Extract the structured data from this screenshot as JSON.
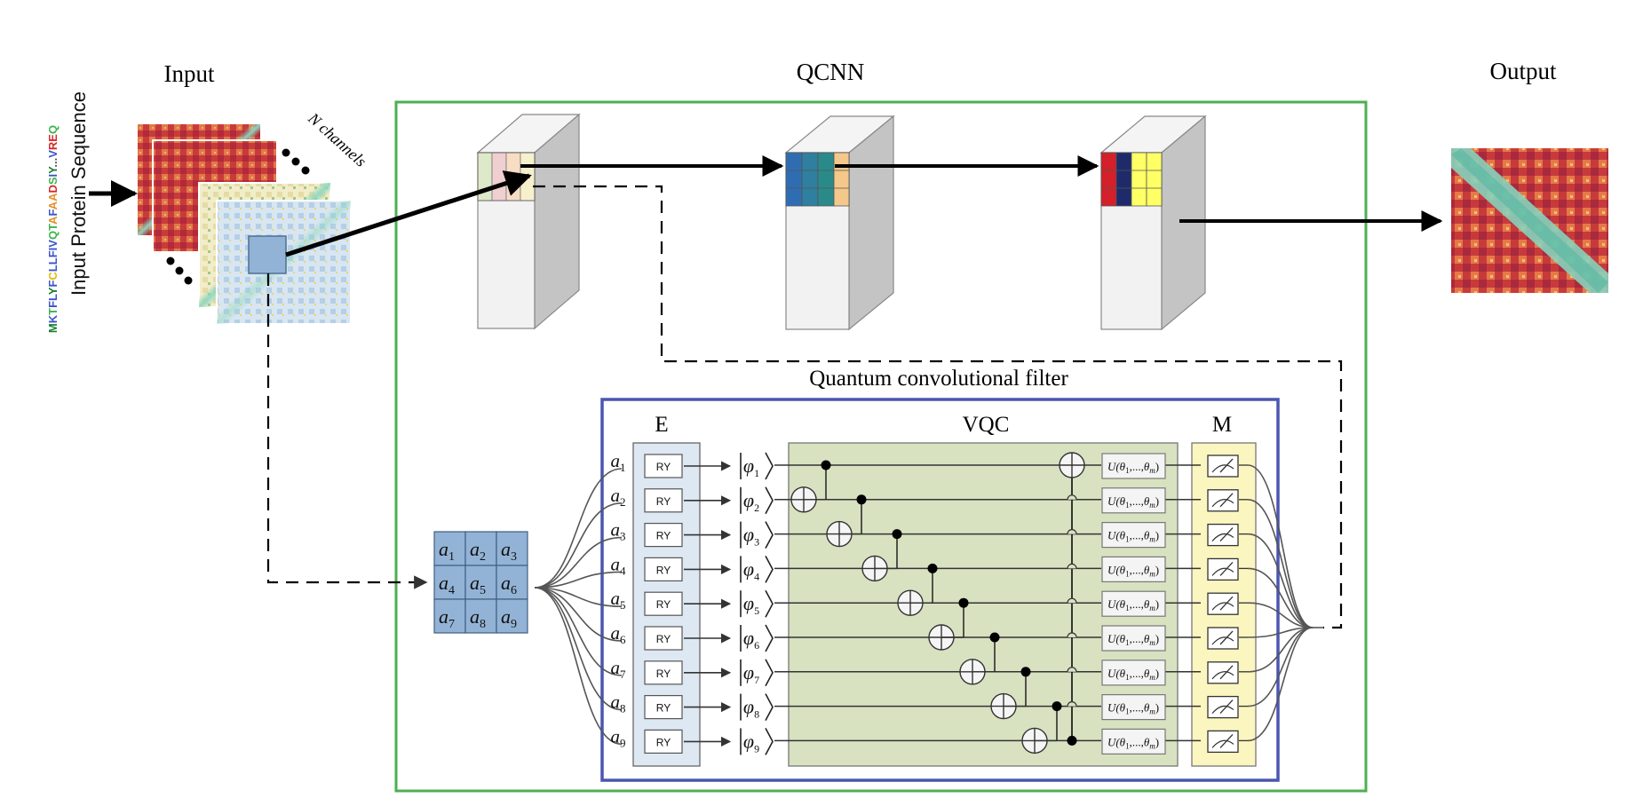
{
  "labels": {
    "input": "Input",
    "qcnn": "QCNN",
    "output": "Output",
    "n_channels": "N channels",
    "input_seq_title": "Input Protein Sequence",
    "qfilter": "Quantum convolutional filter",
    "encoding": "E",
    "vqc": "VQC",
    "measure": "M"
  },
  "sequence_letters": [
    {
      "ch": "M",
      "color": "#1a7f2e"
    },
    {
      "ch": "K",
      "color": "#3a55c8"
    },
    {
      "ch": "T",
      "color": "#3cb44b"
    },
    {
      "ch": "F",
      "color": "#3a55c8"
    },
    {
      "ch": "L",
      "color": "#3a55c8"
    },
    {
      "ch": "Y",
      "color": "#1a7f2e"
    },
    {
      "ch": "F",
      "color": "#3a55c8"
    },
    {
      "ch": "C",
      "color": "#e6b800"
    },
    {
      "ch": "L",
      "color": "#3a55c8"
    },
    {
      "ch": "L",
      "color": "#3a55c8"
    },
    {
      "ch": "F",
      "color": "#3a55c8"
    },
    {
      "ch": "I",
      "color": "#3a55c8"
    },
    {
      "ch": "V",
      "color": "#3a55c8"
    },
    {
      "ch": "Q",
      "color": "#3cb44b"
    },
    {
      "ch": "T",
      "color": "#3cb44b"
    },
    {
      "ch": "A",
      "color": "#e58f2a"
    },
    {
      "ch": "F",
      "color": "#3a55c8"
    },
    {
      "ch": "A",
      "color": "#e58f2a"
    },
    {
      "ch": "A",
      "color": "#e58f2a"
    },
    {
      "ch": "D",
      "color": "#d42a2a"
    },
    {
      "ch": "S",
      "color": "#3cb44b"
    },
    {
      "ch": "I",
      "color": "#3a55c8"
    },
    {
      "ch": "Y",
      "color": "#1a7f2e"
    },
    {
      "ch": "...",
      "color": "#555555"
    },
    {
      "ch": "V",
      "color": "#3a55c8"
    },
    {
      "ch": "R",
      "color": "#d42a2a"
    },
    {
      "ch": "E",
      "color": "#d42a2a"
    },
    {
      "ch": "Q",
      "color": "#3cb44b"
    }
  ],
  "patch": {
    "cells": [
      {
        "letter": "a",
        "sub": "1"
      },
      {
        "letter": "a",
        "sub": "2"
      },
      {
        "letter": "a",
        "sub": "3"
      },
      {
        "letter": "a",
        "sub": "4"
      },
      {
        "letter": "a",
        "sub": "5"
      },
      {
        "letter": "a",
        "sub": "6"
      },
      {
        "letter": "a",
        "sub": "7"
      },
      {
        "letter": "a",
        "sub": "8"
      },
      {
        "letter": "a",
        "sub": "9"
      }
    ]
  },
  "circuit": {
    "inputs": [
      {
        "letter": "a",
        "sub": "1"
      },
      {
        "letter": "a",
        "sub": "2"
      },
      {
        "letter": "a",
        "sub": "3"
      },
      {
        "letter": "a",
        "sub": "4"
      },
      {
        "letter": "a",
        "sub": "5"
      },
      {
        "letter": "a",
        "sub": "6"
      },
      {
        "letter": "a",
        "sub": "7"
      },
      {
        "letter": "a",
        "sub": "8"
      },
      {
        "letter": "a",
        "sub": "9"
      }
    ],
    "ry_label": "RY",
    "states": [
      {
        "sym": "φ",
        "sub": "1"
      },
      {
        "sym": "φ",
        "sub": "2"
      },
      {
        "sym": "φ",
        "sub": "3"
      },
      {
        "sym": "φ",
        "sub": "4"
      },
      {
        "sym": "φ",
        "sub": "5"
      },
      {
        "sym": "φ",
        "sub": "6"
      },
      {
        "sym": "φ",
        "sub": "7"
      },
      {
        "sym": "φ",
        "sub": "8"
      },
      {
        "sym": "φ",
        "sub": "9"
      }
    ],
    "unitary": {
      "u": "U",
      "theta": "θ",
      "sub_first": "1",
      "dots": ",...,",
      "sub_last": "m"
    }
  },
  "colors": {
    "green_frame": "#4caf50",
    "blue_frame": "#4a56b0",
    "patch_fill": "#93b3d6",
    "encoding_fill": "#dde8f3",
    "vqc_fill": "#d8e2c1",
    "measure_fill": "#fbf6c0",
    "arrow": "#000000",
    "wire": "#444444"
  }
}
